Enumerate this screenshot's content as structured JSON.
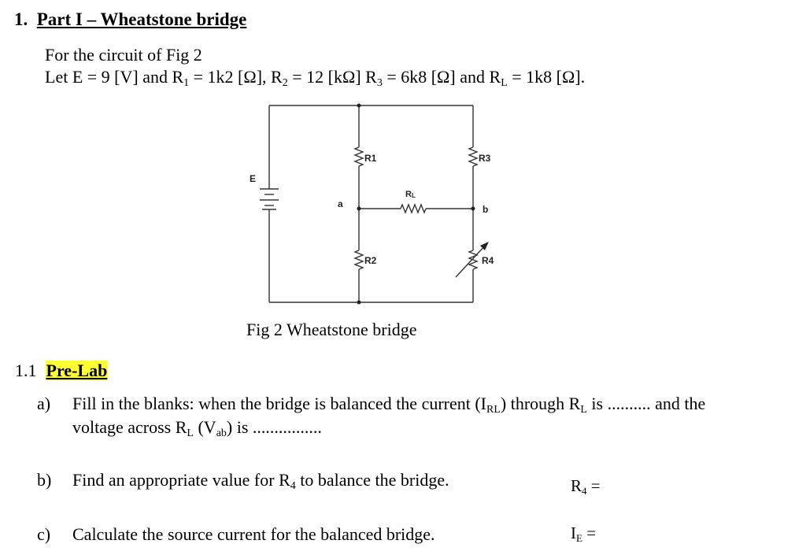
{
  "heading": {
    "number": "1.",
    "title": "Part I – Wheatstone bridge"
  },
  "intro": {
    "line1": "For the circuit of Fig 2",
    "line2_prefix": "Let E = 9 [V] and R",
    "r1_sub": "1",
    "r1_val": " = 1k2 [Ω], R",
    "r2_sub": "2",
    "r2_val": " = 12 [kΩ] R",
    "r3_sub": "3",
    "r3_val": " = 6k8 [Ω] and R",
    "rl_sub": "L",
    "rl_val": " = 1k8 [Ω]."
  },
  "figure": {
    "labels": {
      "e": "E",
      "a": "a",
      "b": "b",
      "r1": "R1",
      "r2": "R2",
      "r3": "R3",
      "r4": "R4",
      "rl_main": "R",
      "rl_sub": "L"
    },
    "caption": "Fig 2 Wheatstone bridge"
  },
  "section": {
    "number": "1.1",
    "title": "Pre-Lab"
  },
  "questions": {
    "a": {
      "label": "a)",
      "l1_p1": "Fill  in  the blanks:  when the bridge  is balanced the current  (I",
      "l1_sub1": "RL",
      "l1_p2": ") through  R",
      "l1_sub2": "L",
      "l1_p3": " is  .......... and the",
      "l2_p1": "voltage  across R",
      "l2_sub1": "L",
      "l2_p2": " (V",
      "l2_sub2": "ab",
      "l2_p3": ") is  ................"
    },
    "b": {
      "label": "b)",
      "text": "Find  an  appropriate  value  for  R",
      "sub": "4",
      "tail": " to balance  the bridge.",
      "answer_main": "R",
      "answer_sub": "4",
      "answer_tail": " ="
    },
    "c": {
      "label": "c)",
      "text": "Calculate  the source current for the balanced bridge.",
      "answer_main": "I",
      "answer_sub": "E",
      "answer_tail": " ="
    }
  }
}
